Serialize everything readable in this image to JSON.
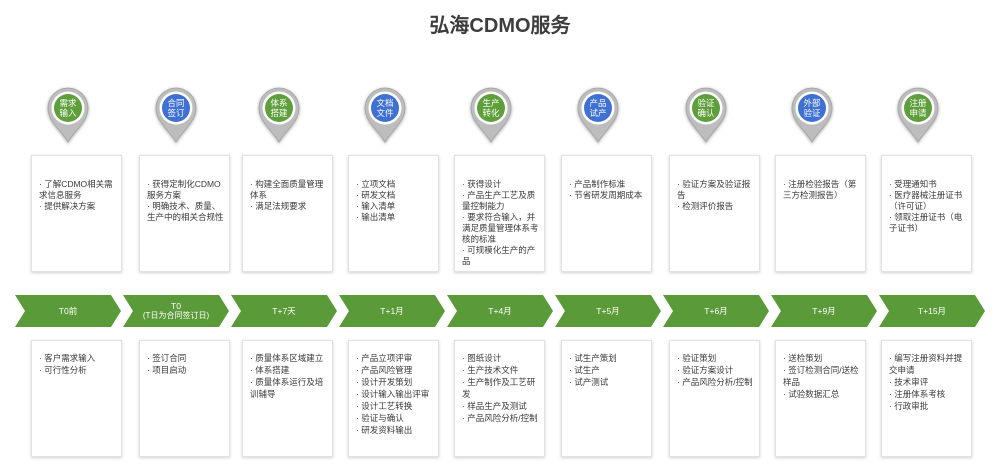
{
  "title": "弘海CDMO服务",
  "colors": {
    "green": "#5e9f3b",
    "blue": "#3f70d4",
    "timeline": "#5a9a38"
  },
  "stages": [
    {
      "pin_lines": [
        "需求",
        "输入"
      ],
      "pin_color": "green",
      "top_items": [
        "了解CDMO相关需求信息服务",
        "提供解决方案"
      ],
      "time_label": "T0前",
      "bottom_items": [
        "客户需求输入",
        "可行性分析"
      ]
    },
    {
      "pin_lines": [
        "合同",
        "签订"
      ],
      "pin_color": "blue",
      "top_items": [
        "获得定制化CDMO服务方案",
        "明确技术、质量、生产中的相关合规性"
      ],
      "time_label": "T0",
      "time_note": "(T日为合同签订日)",
      "bottom_items": [
        "签订合同",
        "项目启动"
      ]
    },
    {
      "pin_lines": [
        "体系",
        "搭建"
      ],
      "pin_color": "green",
      "top_items": [
        "构建全面质量管理体系",
        "满足法规要求"
      ],
      "time_label": "T+7天",
      "bottom_items": [
        "质量体系区域建立",
        "体系搭建",
        "质量体系运行及培训辅导"
      ]
    },
    {
      "pin_lines": [
        "文档",
        "文件"
      ],
      "pin_color": "blue",
      "top_items": [
        "立项文档",
        "研发文档",
        "输入清单",
        "输出清单"
      ],
      "time_label": "T+1月",
      "bottom_items": [
        "产品立项评审",
        "产品风险管理",
        "设计开发策划",
        "设计输入输出评审",
        "设计工艺转换",
        "验证与确认",
        "研发资料输出"
      ]
    },
    {
      "pin_lines": [
        "生产",
        "转化"
      ],
      "pin_color": "green",
      "top_items": [
        "获得设计",
        "产品生产工艺及质量控制能力",
        "要求符合输入，并满足质量管理体系考核的标准",
        "可规模化生产的产品"
      ],
      "time_label": "T+4月",
      "bottom_items": [
        "图纸设计",
        "生产技术文件",
        "生产制作及工艺研发",
        "样品生产及测试",
        "产品风险分析/控制"
      ]
    },
    {
      "pin_lines": [
        "产品",
        "试产"
      ],
      "pin_color": "blue",
      "top_items": [
        "产品制作标准",
        "节省研发周期成本"
      ],
      "time_label": "T+5月",
      "bottom_items": [
        "试生产策划",
        "试生产",
        "试产测试"
      ]
    },
    {
      "pin_lines": [
        "验证",
        "确认"
      ],
      "pin_color": "green",
      "top_items": [
        "验证方案及验证报告",
        "检测评价报告"
      ],
      "time_label": "T+6月",
      "bottom_items": [
        "验证策划",
        "验证方案设计",
        "产品风险分析/控制"
      ]
    },
    {
      "pin_lines": [
        "外部",
        "验证"
      ],
      "pin_color": "blue",
      "top_items": [
        "注册检验报告（第三方检测报告）"
      ],
      "time_label": "T+9月",
      "bottom_items": [
        "送检策划",
        "签订检测合同/送检样品",
        "试验数据汇总"
      ]
    },
    {
      "pin_lines": [
        "注册",
        "申请"
      ],
      "pin_color": "green",
      "top_items": [
        "受理通知书",
        "医疗器械注册证书（许可证）",
        "领取注册证书（电子证书）"
      ],
      "time_label": "T+15月",
      "bottom_items": [
        "编写注册资料并提交申请",
        "技术审评",
        "注册体系考核",
        "行政审批"
      ]
    }
  ]
}
